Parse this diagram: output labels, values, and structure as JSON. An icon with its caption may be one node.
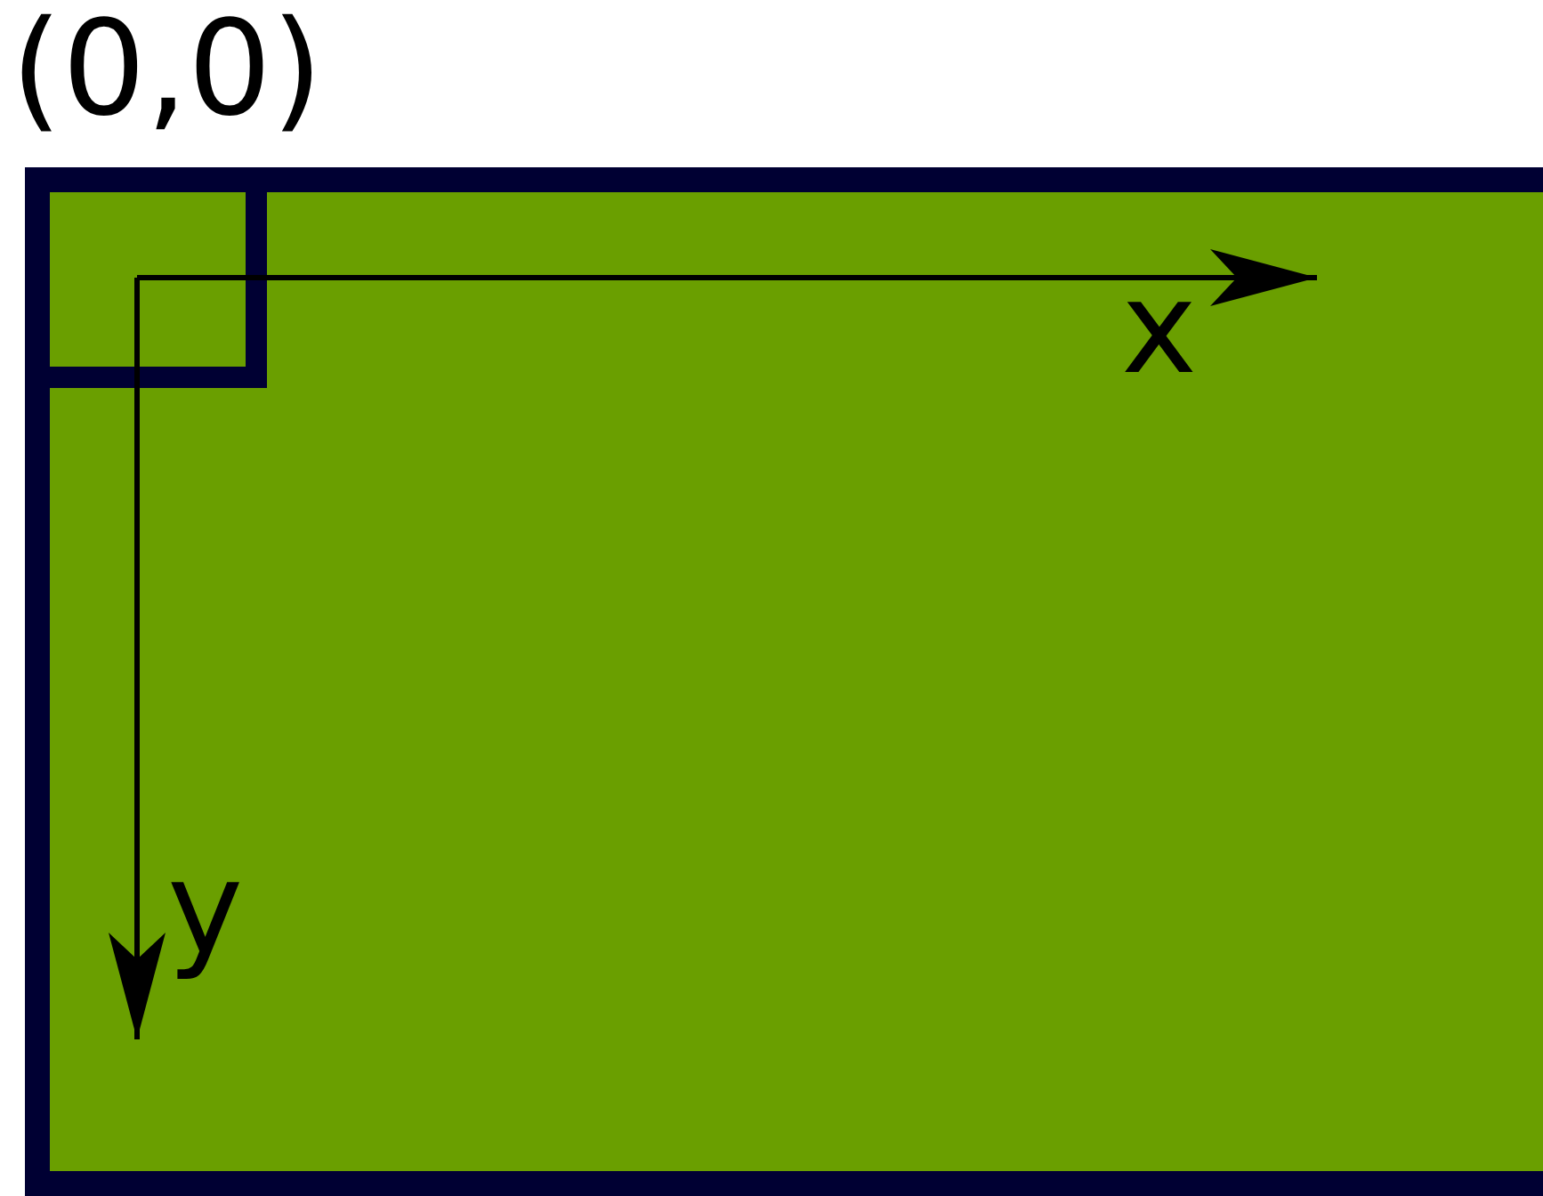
{
  "diagram": {
    "labels": [
      "(0,0)",
      "x",
      "y"
    ]
  }
}
